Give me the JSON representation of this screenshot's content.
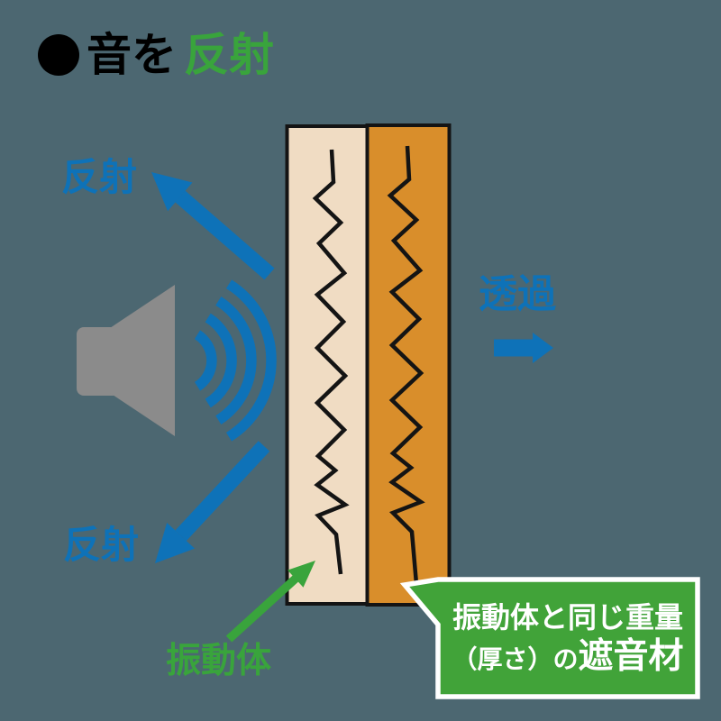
{
  "title": {
    "text": "音を",
    "highlight": "反射"
  },
  "icons": {
    "bullet": "filled-circle-icon",
    "speaker": "speaker-icon",
    "waves": "sound-waves-icon"
  },
  "diagram": {
    "reflect_top_label": "反射",
    "reflect_bottom_label": "反射",
    "transmit_label": "透過",
    "vibrator_label": "振動体",
    "callout": {
      "line1": "振動体と同じ重量",
      "line2_prefix": "（厚さ）の",
      "line2_emphasis": "遮音材"
    }
  },
  "colors": {
    "background": "#4C6771",
    "blue": "#0E72B8",
    "green": "#39A43C",
    "callout_green": "#41A339",
    "panel_left": "#F0DCC3",
    "panel_right": "#D98E2B",
    "speaker_gray": "#8B8B8B",
    "line_black": "#141414",
    "white": "#FFFFFF"
  }
}
